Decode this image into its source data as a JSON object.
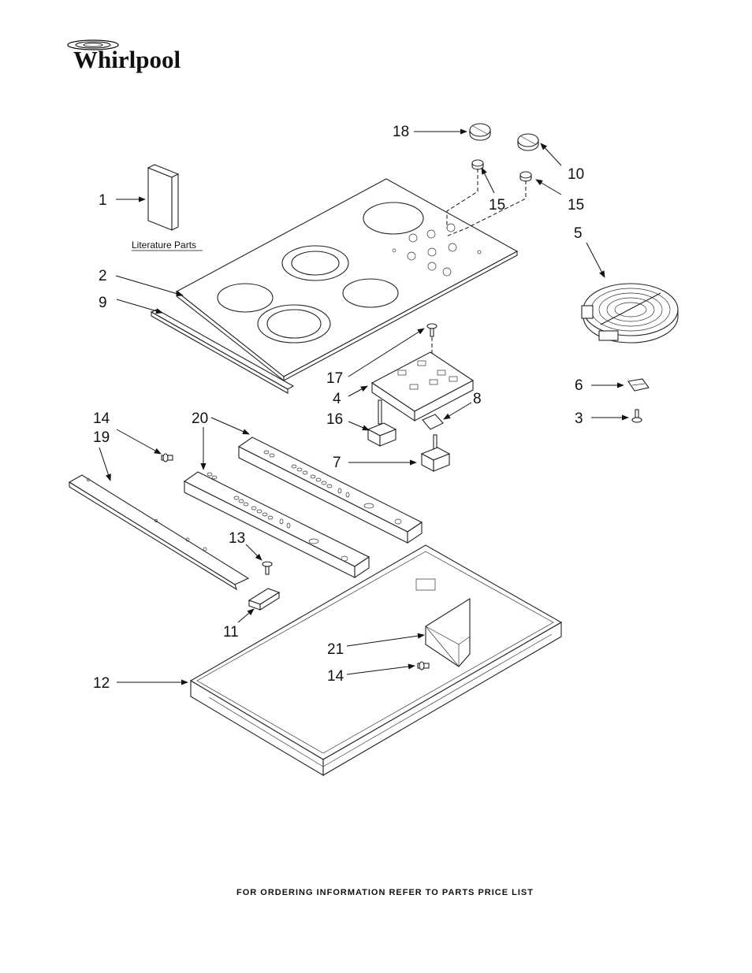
{
  "brand": {
    "name": "Whirlpool"
  },
  "literature_label": "Literature Parts",
  "footer": "FOR ORDERING INFORMATION REFER TO PARTS PRICE LIST",
  "callouts": {
    "c1": "1",
    "c2": "2",
    "c3": "3",
    "c4": "4",
    "c5": "5",
    "c6": "6",
    "c7": "7",
    "c8": "8",
    "c9": "9",
    "c10": "10",
    "c11": "11",
    "c12": "12",
    "c13": "13",
    "c14a": "14",
    "c14b": "14",
    "c15a": "15",
    "c15b": "15",
    "c16": "16",
    "c17": "17",
    "c18": "18",
    "c19": "19",
    "c20": "20",
    "c21": "21"
  }
}
